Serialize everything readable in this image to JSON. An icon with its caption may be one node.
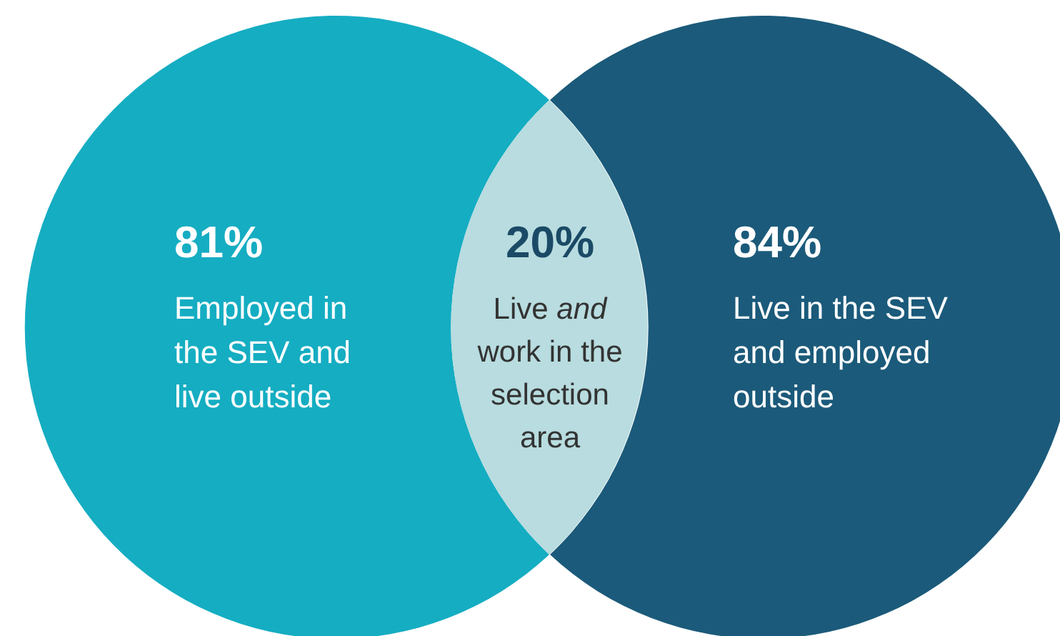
{
  "diagram": {
    "nodes": [
      {
        "text": [
          "81%",
          "Employed in the SEV and live outside"
        ]
      },
      {
        "text": [
          "20%",
          "Live *and* work in the selection area"
        ]
      },
      {
        "text": [
          "84%",
          "Live in the SEV and employed outside"
        ]
      }
    ]
  }
}
